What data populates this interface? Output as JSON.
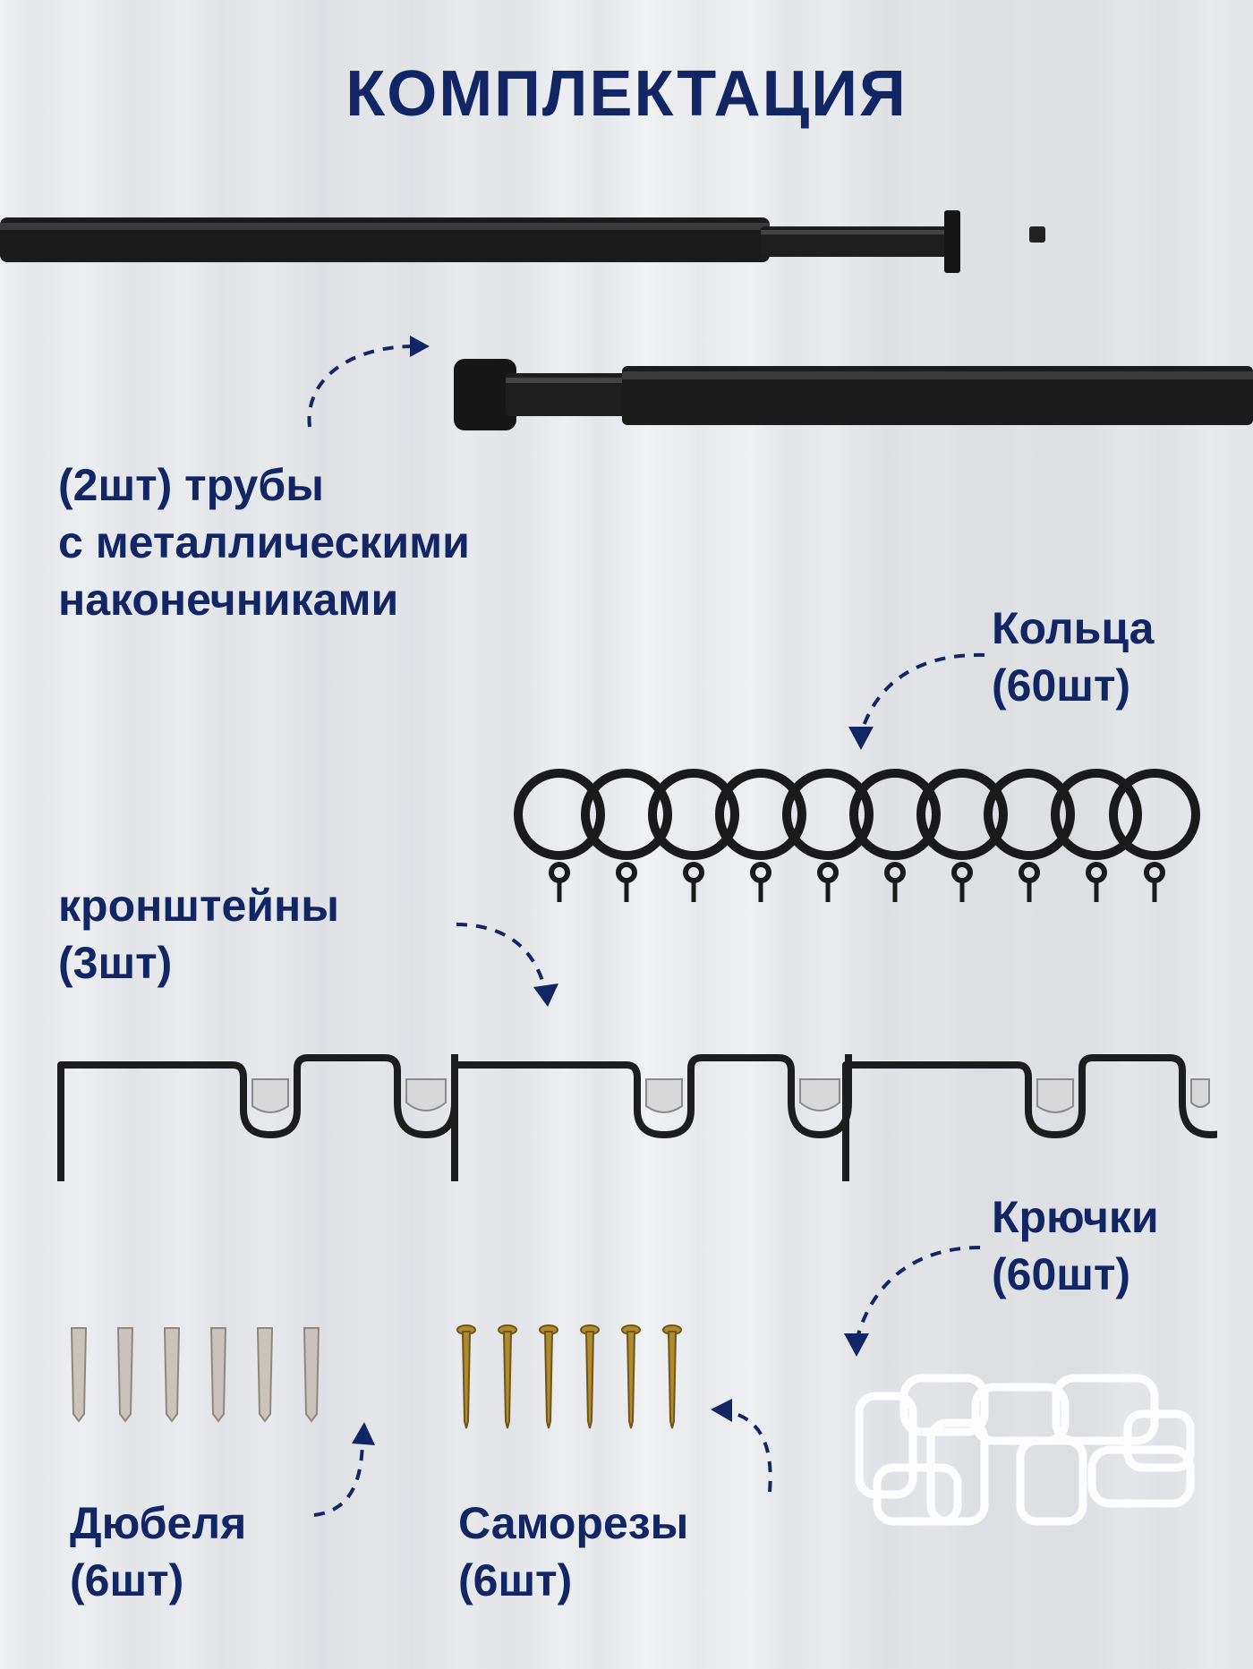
{
  "title": "КОМПЛЕКТАЦИЯ",
  "items": {
    "pipes": {
      "line1": "(2шт) трубы",
      "line2": "с металлическими",
      "line3": "наконечниками"
    },
    "rings": {
      "line1": "Кольца",
      "line2": "(60шт)"
    },
    "brackets": {
      "line1": "кронштейны",
      "line2": "(3шт)"
    },
    "hooks": {
      "line1": "Крючки",
      "line2": "(60шт)"
    },
    "dowels": {
      "line1": "Дюбеля",
      "line2": "(6шт)"
    },
    "screws": {
      "line1": "Саморезы",
      "line2": "(6шт)"
    }
  },
  "colors": {
    "text": "#122565",
    "metal": "#1a1a1a",
    "background": "#e9ebee"
  }
}
